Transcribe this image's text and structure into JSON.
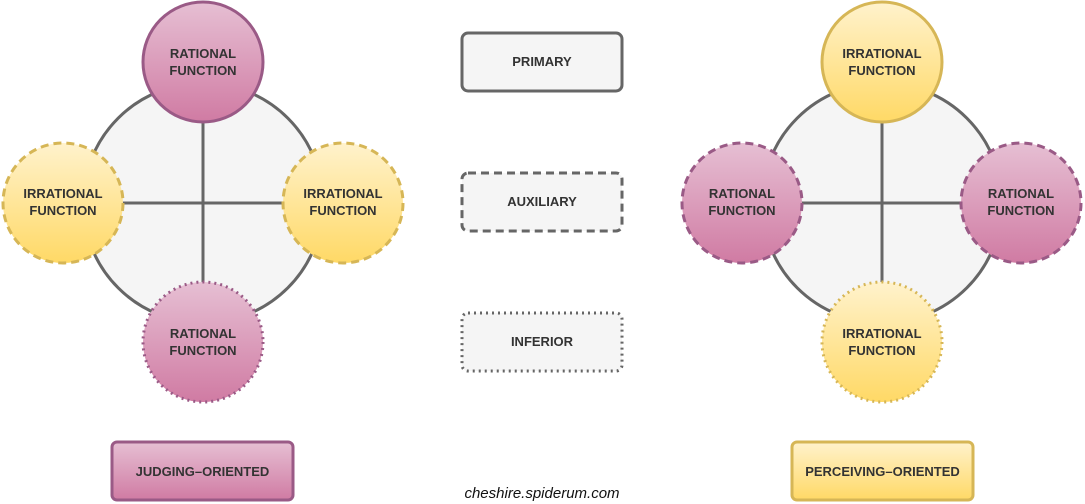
{
  "left_diagram": {
    "top": {
      "line1": "RATIONAL",
      "line2": "FUNCTION"
    },
    "left": {
      "line1": "IRRATIONAL",
      "line2": "FUNCTION"
    },
    "right": {
      "line1": "IRRATIONAL",
      "line2": "FUNCTION"
    },
    "bottom": {
      "line1": "RATIONAL",
      "line2": "FUNCTION"
    },
    "caption": "JUDGING–ORIENTED"
  },
  "right_diagram": {
    "top": {
      "line1": "IRRATIONAL",
      "line2": "FUNCTION"
    },
    "left": {
      "line1": "RATIONAL",
      "line2": "FUNCTION"
    },
    "right": {
      "line1": "RATIONAL",
      "line2": "FUNCTION"
    },
    "bottom": {
      "line1": "IRRATIONAL",
      "line2": "FUNCTION"
    },
    "caption": "PERCEIVING–ORIENTED"
  },
  "legend": {
    "primary": "PRIMARY",
    "auxiliary": "AUXILIARY",
    "inferior": "INFERIOR"
  },
  "watermark": "cheshire.spiderum.com",
  "colors": {
    "rational_fill_top": "#e6bfd3",
    "rational_fill_bottom": "#d07ba3",
    "rational_stroke": "#9a5a86",
    "irrational_fill_top": "#fff2cc",
    "irrational_fill_bottom": "#ffd966",
    "irrational_stroke": "#d6b656",
    "wheel_fill": "#f5f5f5",
    "wheel_stroke": "#666666"
  }
}
